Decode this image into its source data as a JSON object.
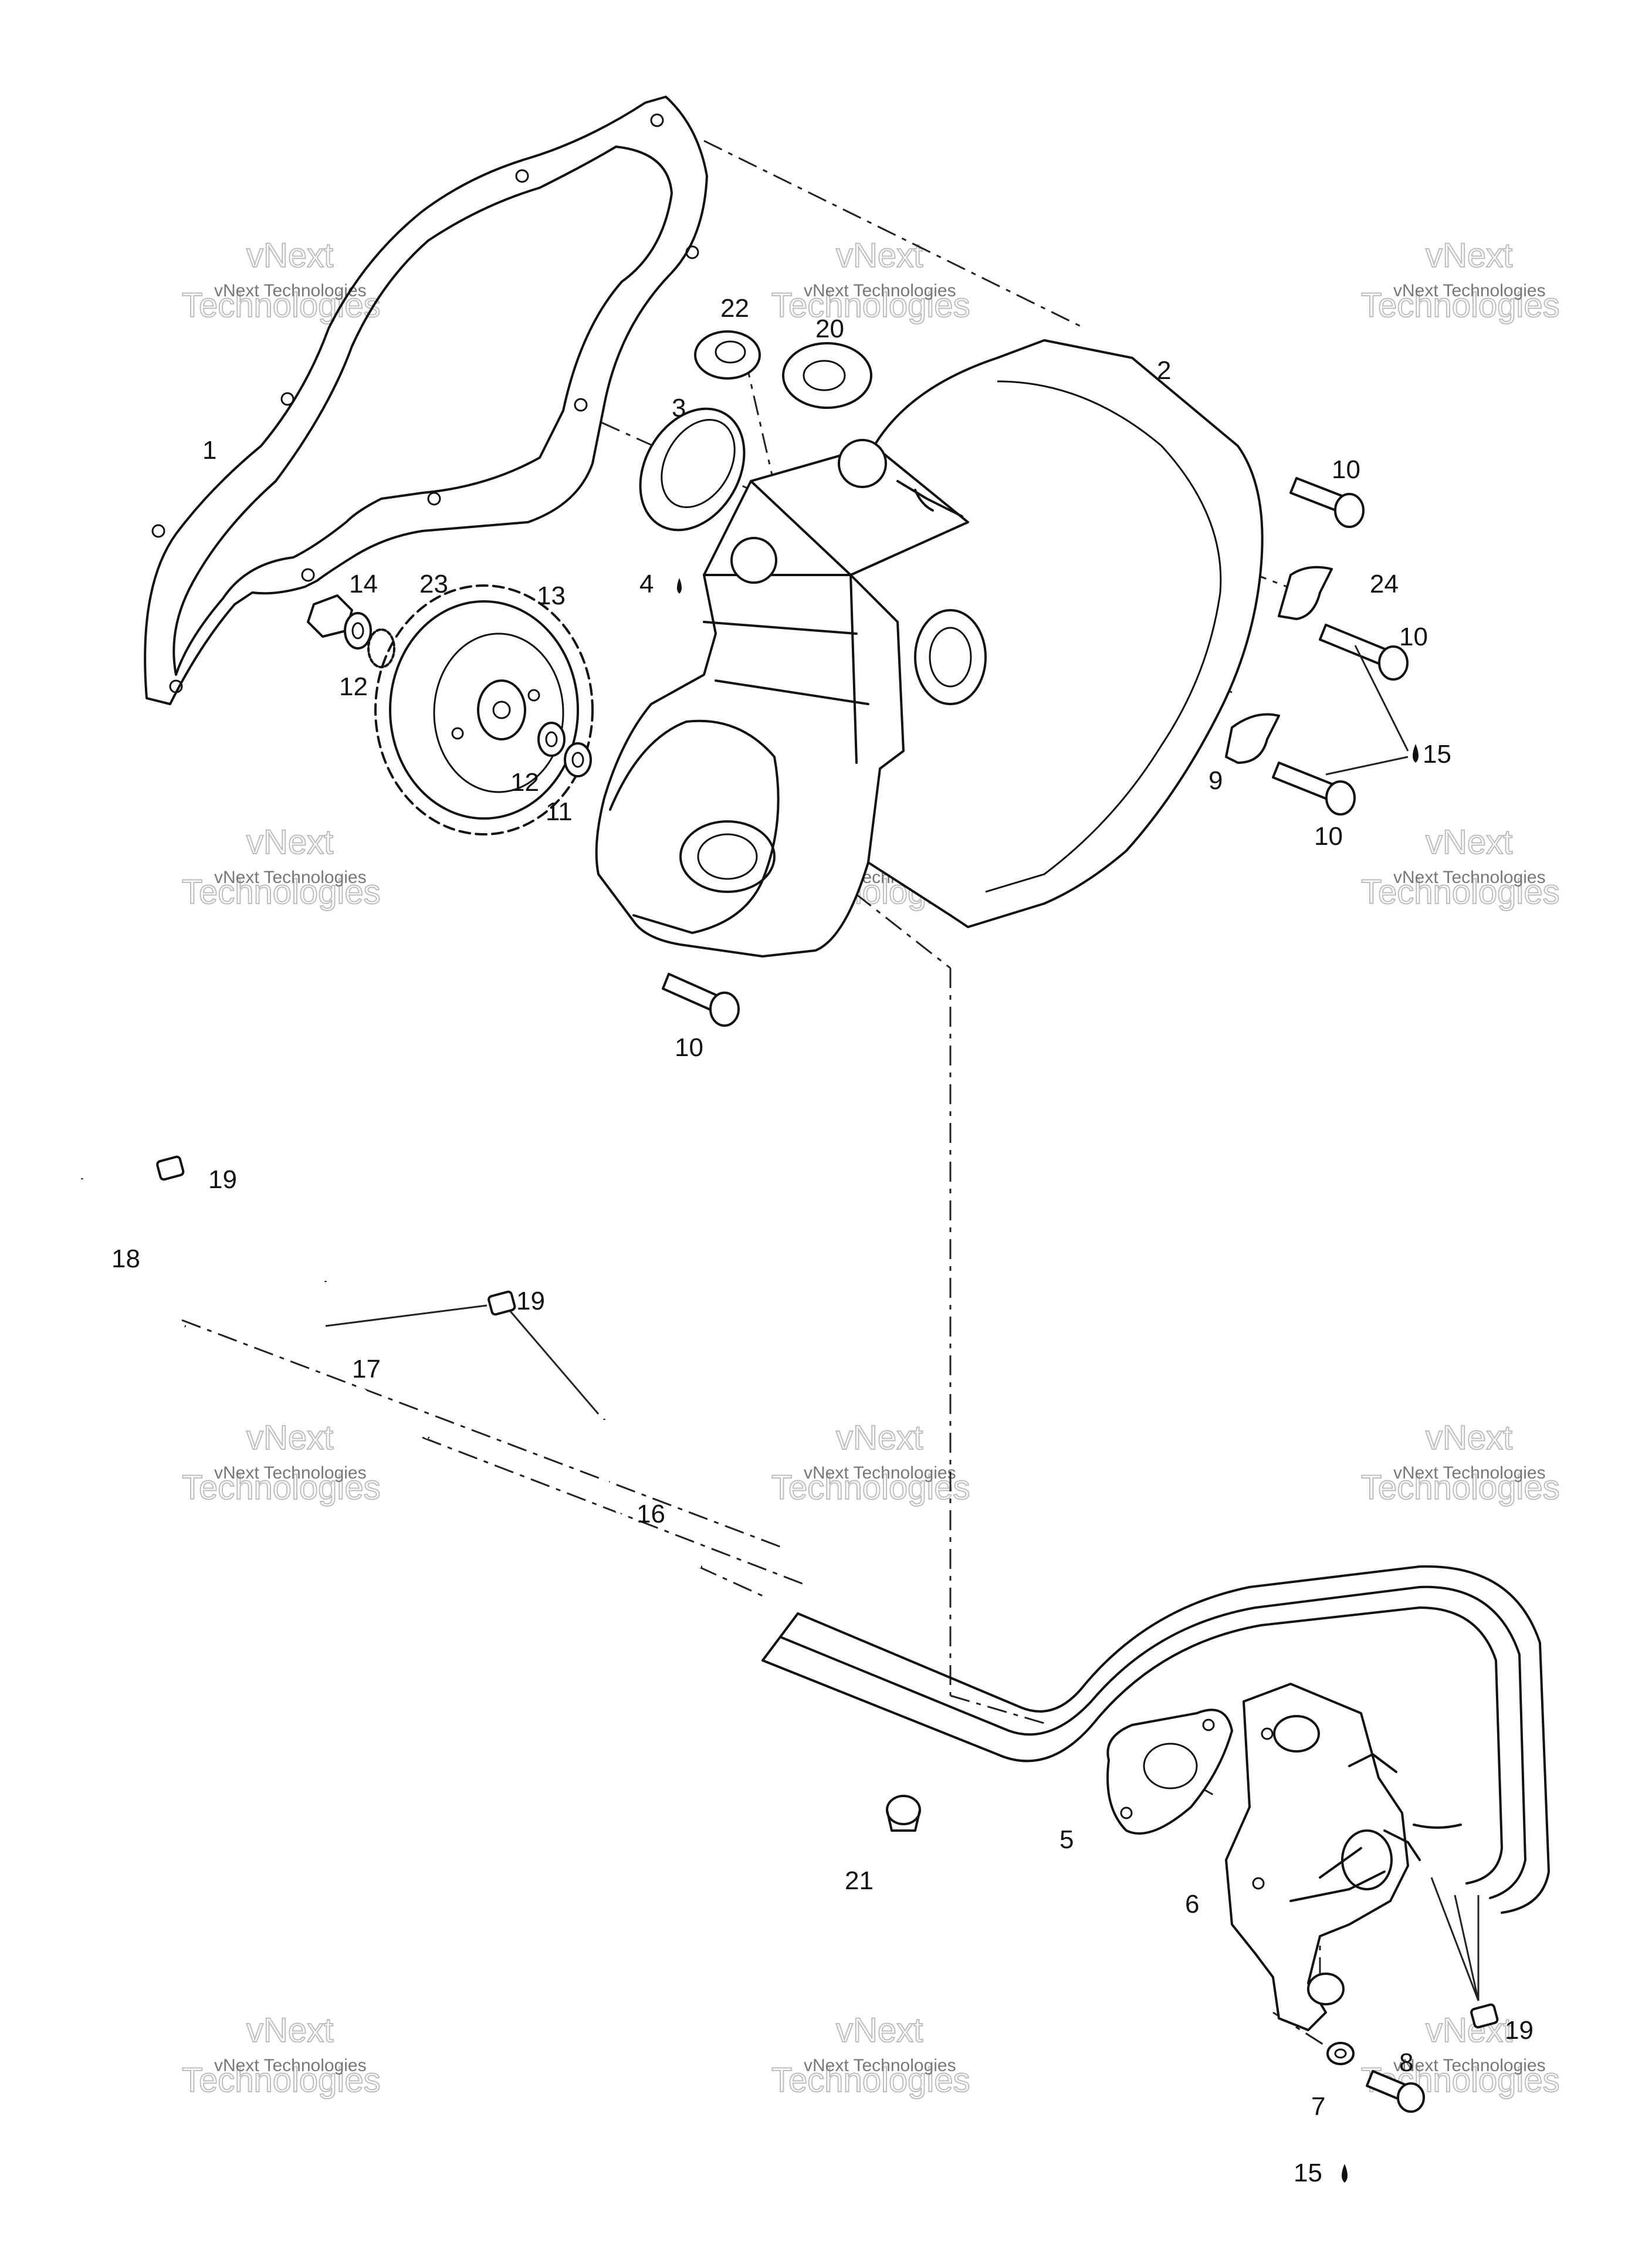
{
  "watermark": {
    "line_small": "vNext Technologies",
    "line_big_top": "vNext",
    "line_big_bottom": "Technologies"
  },
  "callouts": {
    "c1": "1",
    "c2": "2",
    "c3": "3",
    "c4": "4",
    "c5": "5",
    "c6": "6",
    "c7": "7",
    "c8": "8",
    "c9": "9",
    "c10a": "10",
    "c10b": "10",
    "c10c": "10",
    "c10d": "10",
    "c11": "11",
    "c12a": "12",
    "c12b": "12",
    "c13": "13",
    "c14": "14",
    "c15a": "15",
    "c15b": "15",
    "c16": "16",
    "c17": "17",
    "c18": "18",
    "c19a": "19",
    "c19b": "19",
    "c19c": "19",
    "c20": "20",
    "c21": "21",
    "c22": "22",
    "c23": "23",
    "c24": "24"
  },
  "icons": {
    "loctite_drop": "drop-icon"
  }
}
